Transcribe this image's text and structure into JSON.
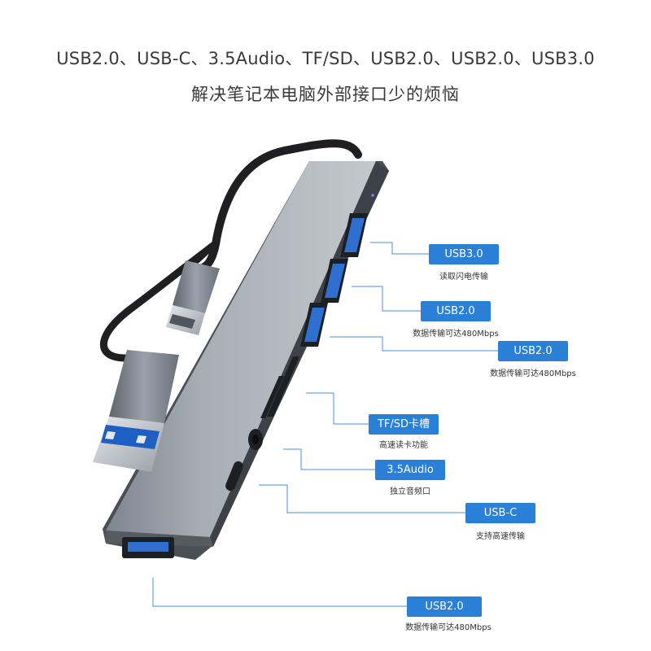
{
  "headline": {
    "line1": "USB2.0、USB-C、3.5Audio、TF/SD、USB2.0、USB2.0、USB3.0",
    "line2": "解决笔记本电脑外部接口少的烦恼"
  },
  "colors": {
    "accent": "#2a7fd6",
    "line": "#4a8fe0",
    "hub_body": "#9ba2ab",
    "port_blue": "#2f6fd0"
  },
  "ports": [
    {
      "badge": "USB3.0",
      "desc": "读取闪电传输"
    },
    {
      "badge": "USB2.0",
      "desc": "数据传输可达480Mbps"
    },
    {
      "badge": "USB2.0",
      "desc": "数据传输可达480Mbps"
    },
    {
      "badge": "TF/SD卡槽",
      "desc": "高速读卡功能"
    },
    {
      "badge": "3.5Audio",
      "desc": "独立音频口"
    },
    {
      "badge": "USB-C",
      "desc": "支持高速传输"
    },
    {
      "badge": "USB2.0",
      "desc": "数据传输可达480Mbps"
    }
  ]
}
